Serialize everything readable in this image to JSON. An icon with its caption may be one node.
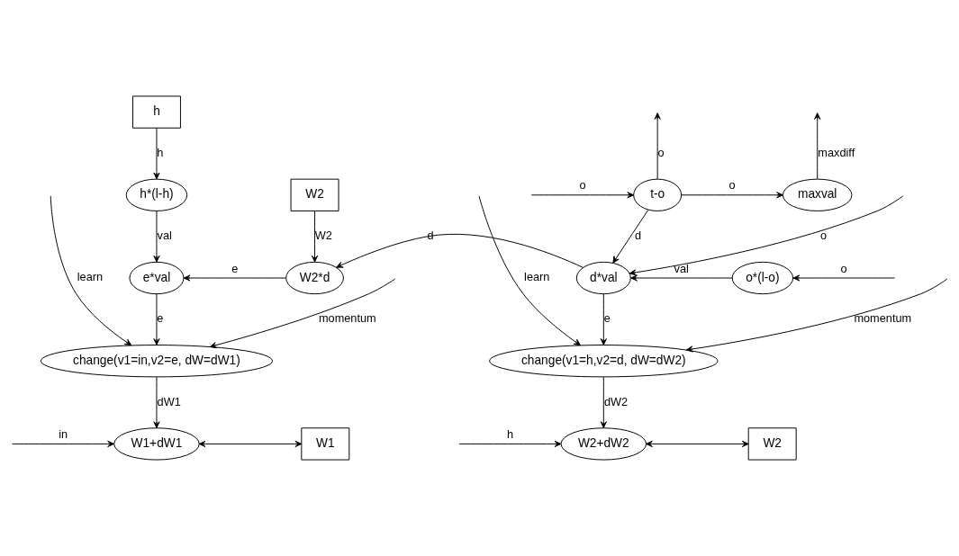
{
  "diagram": {
    "nodes": [
      {
        "text": [
          "h"
        ]
      },
      {
        "text": [
          "h*(l-h)"
        ]
      },
      {
        "text": [
          "W2"
        ]
      },
      {
        "text": [
          "t-o"
        ]
      },
      {
        "text": [
          "maxval"
        ]
      },
      {
        "text": [
          "e*val"
        ]
      },
      {
        "text": [
          "W2*d"
        ]
      },
      {
        "text": [
          "d*val"
        ]
      },
      {
        "text": [
          "o*(l-o)"
        ]
      },
      {
        "text": [
          "change(v1=in,v2=e, dW=dW1)"
        ]
      },
      {
        "text": [
          "change(v1=h,v2=d, dW=dW2)"
        ]
      },
      {
        "text": [
          "W1+dW1"
        ]
      },
      {
        "text": [
          "W1"
        ]
      },
      {
        "text": [
          "W2+dW2"
        ]
      },
      {
        "text": [
          "W2"
        ]
      }
    ],
    "edges": [
      {
        "from": 0,
        "to": 1,
        "arrow": "to",
        "label": "h"
      },
      {
        "from": 1,
        "to": 5,
        "arrow": "to",
        "label": "val"
      },
      {
        "from": 2,
        "to": 6,
        "arrow": "to",
        "label": "W2"
      },
      {
        "from": null,
        "to": 3,
        "arrow": "to",
        "label": "o"
      },
      {
        "from": 3,
        "to": null,
        "arrow": "to",
        "label": "o"
      },
      {
        "from": 3,
        "to": 4,
        "arrow": "to",
        "label": "o"
      },
      {
        "from": 4,
        "to": null,
        "arrow": "to",
        "label": "maxdiff"
      },
      {
        "from": 3,
        "to": 7,
        "arrow": "to",
        "label": "d"
      },
      {
        "from": null,
        "to": 7,
        "arrow": "to",
        "label": "o"
      },
      {
        "from": 6,
        "to": 5,
        "arrow": "to",
        "label": "e"
      },
      {
        "from": 7,
        "to": 6,
        "arrow": "to",
        "label": "d"
      },
      {
        "from": 8,
        "to": 7,
        "arrow": "to",
        "label": "val"
      },
      {
        "from": null,
        "to": 8,
        "arrow": "to",
        "label": "o"
      },
      {
        "from": 5,
        "to": 9,
        "arrow": "to",
        "label": "e"
      },
      {
        "from": null,
        "to": 9,
        "arrow": "to",
        "label": "momentum"
      },
      {
        "from": null,
        "to": 9,
        "arrow": "to",
        "label": "learn"
      },
      {
        "from": 7,
        "to": 10,
        "arrow": "to",
        "label": "e"
      },
      {
        "from": null,
        "to": 10,
        "arrow": "to",
        "label": "momentum"
      },
      {
        "from": null,
        "to": 10,
        "arrow": "to",
        "label": "learn"
      },
      {
        "from": 9,
        "to": 11,
        "arrow": "to",
        "label": "dW1"
      },
      {
        "from": null,
        "to": 11,
        "arrow": "to",
        "label": "in"
      },
      {
        "from": 11,
        "to": 12,
        "arrow": "both"
      },
      {
        "from": 10,
        "to": 13,
        "arrow": "to",
        "label": "dW2"
      },
      {
        "from": null,
        "to": 13,
        "arrow": "to",
        "label": "h"
      },
      {
        "from": 13,
        "to": 14,
        "arrow": "both"
      }
    ]
  }
}
